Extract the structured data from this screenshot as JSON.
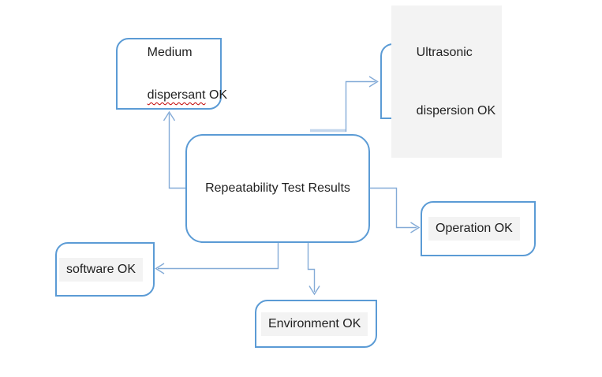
{
  "diagram": {
    "nodes": {
      "central": {
        "label": "Repeatability Test Results"
      },
      "medium": {
        "line1": "Medium",
        "line2_word": "dispersant",
        "line2_rest": " OK"
      },
      "ultrasonic": {
        "line1": "Ultrasonic",
        "line2": "dispersion OK"
      },
      "operation": {
        "label": "Operation OK"
      },
      "software": {
        "label": "software OK"
      },
      "environment": {
        "label": "Environment OK"
      }
    },
    "colors": {
      "box_border": "#5b9bd5",
      "connector": "#84abd7",
      "connector_stub": "#c3d6ec",
      "text": "#1f1f1f",
      "highlight_bg": "#f3f3f3",
      "spellcheck_wavy": "#c00000",
      "background": "#ffffff"
    }
  }
}
